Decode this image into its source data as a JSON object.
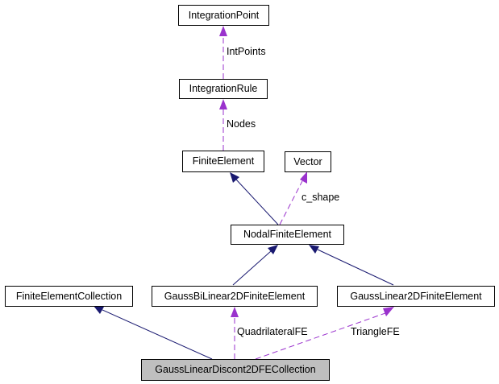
{
  "diagram": {
    "nodes": {
      "integration_point": "IntegrationPoint",
      "integration_rule": "IntegrationRule",
      "finite_element": "FiniteElement",
      "vector": "Vector",
      "nodal_finite_element": "NodalFiniteElement",
      "finite_element_collection": "FiniteElementCollection",
      "gauss_bilinear_2d": "GaussBiLinear2DFiniteElement",
      "gauss_linear_2d": "GaussLinear2DFiniteElement",
      "gauss_linear_discont": "GaussLinearDiscont2DFECollection"
    },
    "edge_labels": {
      "int_points": "IntPoints",
      "nodes": "Nodes",
      "c_shape": "c_shape",
      "quadrilateral_fe": "QuadrilateralFE",
      "triangle_fe": "TriangleFE"
    },
    "colors": {
      "inheritance": "#191970",
      "usage": "#9a32cd",
      "current_node_fill": "#bfbfbf"
    }
  }
}
